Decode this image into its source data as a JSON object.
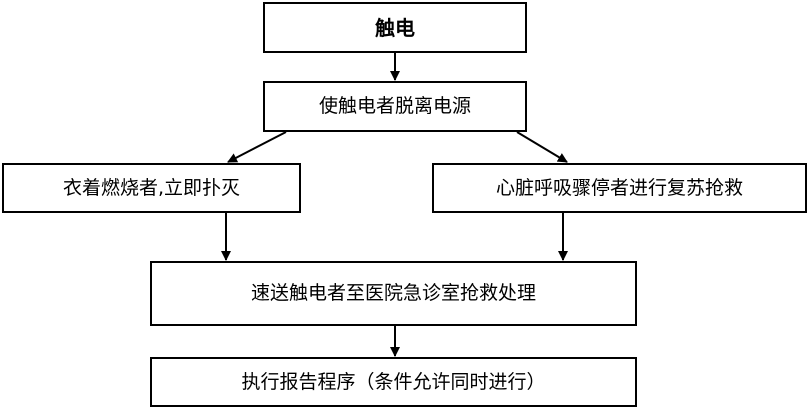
{
  "nodes": {
    "shock": "触电",
    "disconnect": "使触电者脱离电源",
    "burning": "衣着燃烧者,立即扑灭",
    "cpr": "心脏呼吸骤停者进行复苏抢救",
    "hospital": "速送触电者至医院急诊室抢救处理",
    "report": "执行报告程序（条件允许同时进行）"
  },
  "edges": [
    {
      "from": "shock",
      "to": "disconnect"
    },
    {
      "from": "disconnect",
      "to": "burning"
    },
    {
      "from": "disconnect",
      "to": "cpr"
    },
    {
      "from": "burning",
      "to": "hospital"
    },
    {
      "from": "cpr",
      "to": "hospital"
    },
    {
      "from": "hospital",
      "to": "report"
    }
  ]
}
